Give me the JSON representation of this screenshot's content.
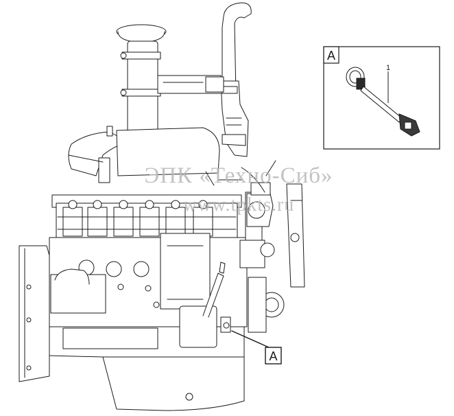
{
  "watermark": {
    "company": "ЭПК «Техно-Сиб»",
    "site": "www.tpkts.ru"
  },
  "detail_view": {
    "letter": "A",
    "callout_number": "1"
  },
  "main_view": {
    "callout_letter": "A"
  },
  "colors": {
    "line": "#1a1a1a",
    "watermark": "#b8b8b8",
    "background": "#ffffff"
  }
}
